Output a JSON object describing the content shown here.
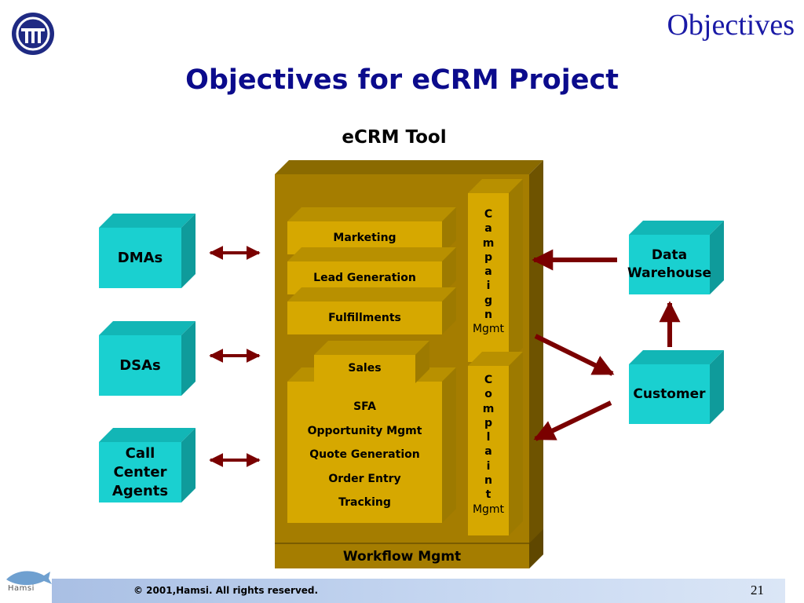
{
  "header": {
    "corner_title": "Objectives",
    "title": "Objectives for eCRM Project"
  },
  "diagram": {
    "tool_title": "eCRM Tool",
    "modules": {
      "marketing": "Marketing",
      "lead_generation": "Lead Generation",
      "fulfillments": "Fulfillments",
      "sales": "Sales",
      "sfa_items": [
        "SFA",
        "Opportunity Mgmt",
        "Quote Generation",
        "Order Entry",
        "Tracking"
      ],
      "workflow": "Workflow Mgmt"
    },
    "campaign": {
      "letters": [
        "C",
        "a",
        "m",
        "p",
        "a",
        "i",
        "g",
        "n"
      ],
      "suffix": "Mgmt"
    },
    "complaint": {
      "letters": [
        "C",
        "o",
        "m",
        "p",
        "l",
        "a",
        "i",
        "n",
        "t"
      ],
      "suffix": "Mgmt"
    },
    "external": {
      "dmas": "DMAs",
      "dsas": "DSAs",
      "call_center": [
        "Call",
        "Center",
        "Agents"
      ],
      "data_warehouse": [
        "Data",
        "Warehouse"
      ],
      "customer": "Customer"
    },
    "colors": {
      "tool_box": "#a07a00",
      "module_box": "#d6a800",
      "external_box": "#1ad0d0",
      "arrow": "#7a0000"
    }
  },
  "footer": {
    "brand": "Hamsi",
    "copyright": "© 2001,Hamsi. All rights reserved.",
    "page_number": "21"
  }
}
